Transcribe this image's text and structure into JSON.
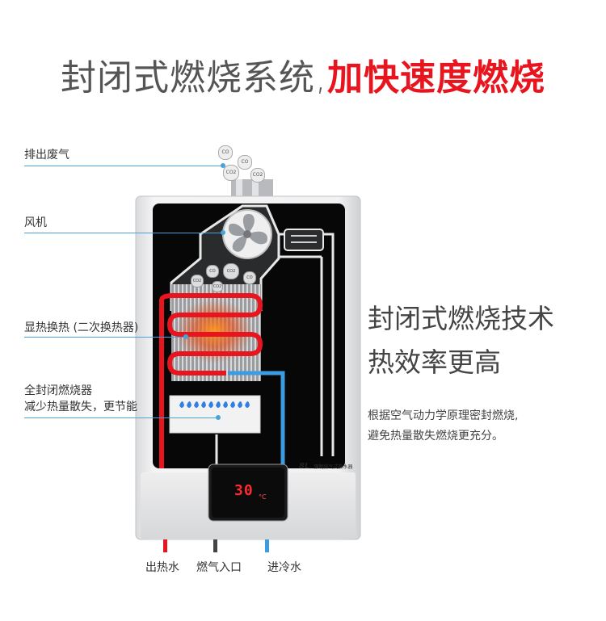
{
  "title": {
    "part1": "封闭式燃烧系统,",
    "part2": "加快速度燃烧"
  },
  "callouts": [
    {
      "text": "排出废气"
    },
    {
      "text": "风机"
    },
    {
      "text": "显热换热 (二次换热器)"
    },
    {
      "text": "全封闭燃烧器"
    },
    {
      "text": "减少热量散失，更节能"
    }
  ],
  "feature": {
    "heading_line1": "封闭式燃烧技术",
    "heading_line2": "热效率更高",
    "desc_line1": "根据空气动力学原理密封燃烧,",
    "desc_line2": "避免热量散失燃烧更充分。"
  },
  "device": {
    "display_temp": "30",
    "display_unit": "°C",
    "badge_capacity": "8L",
    "badge_text": "强制排气式热水器",
    "molecules": [
      "CO",
      "CO",
      "CO2",
      "CO2",
      "CO",
      "CO2",
      "CO",
      "CO2",
      "CO2"
    ]
  },
  "pipes": [
    {
      "label": "出热水",
      "color": "#e8141e"
    },
    {
      "label": "燃气入口",
      "color": "#444444"
    },
    {
      "label": "进冷水",
      "color": "#3d9be0"
    }
  ]
}
